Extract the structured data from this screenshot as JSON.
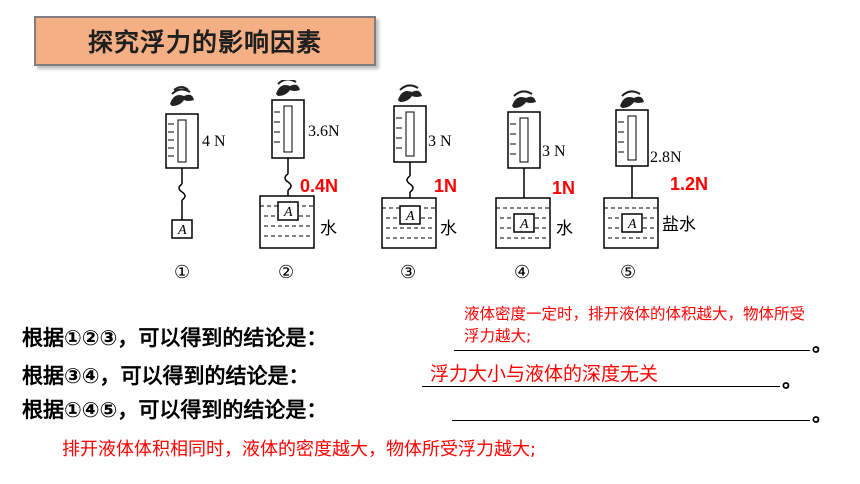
{
  "title": "探究浮力的影响因素",
  "setups": [
    {
      "reading": "4 N",
      "buoyancy": "",
      "liquid": "",
      "number": "①"
    },
    {
      "reading": "3.6N",
      "buoyancy": "0.4N",
      "liquid": "水",
      "number": "②"
    },
    {
      "reading": "3 N",
      "buoyancy": "1N",
      "liquid": "水",
      "number": "③"
    },
    {
      "reading": "3 N",
      "buoyancy": "1N",
      "liquid": "水",
      "number": "④"
    },
    {
      "reading": "2.8N",
      "buoyancy": "1.2N",
      "liquid": "盐水",
      "number": "⑤"
    }
  ],
  "block_label": "A",
  "questions": [
    {
      "prompt": "根据①②③，可以得到的结论是：",
      "answer": "液体密度一定时，排开液体的体积越大，物体所受浮力越大;",
      "end": "。"
    },
    {
      "prompt": "根据③④，可以得到的结论是：",
      "answer": "浮力大小与液体的深度无关",
      "end": "。"
    },
    {
      "prompt": "根据①④⑤，可以得到的结论是：",
      "answer": "排开液体体积相同时，液体的密度越大，物体所受浮力越大;",
      "end": "。"
    }
  ]
}
